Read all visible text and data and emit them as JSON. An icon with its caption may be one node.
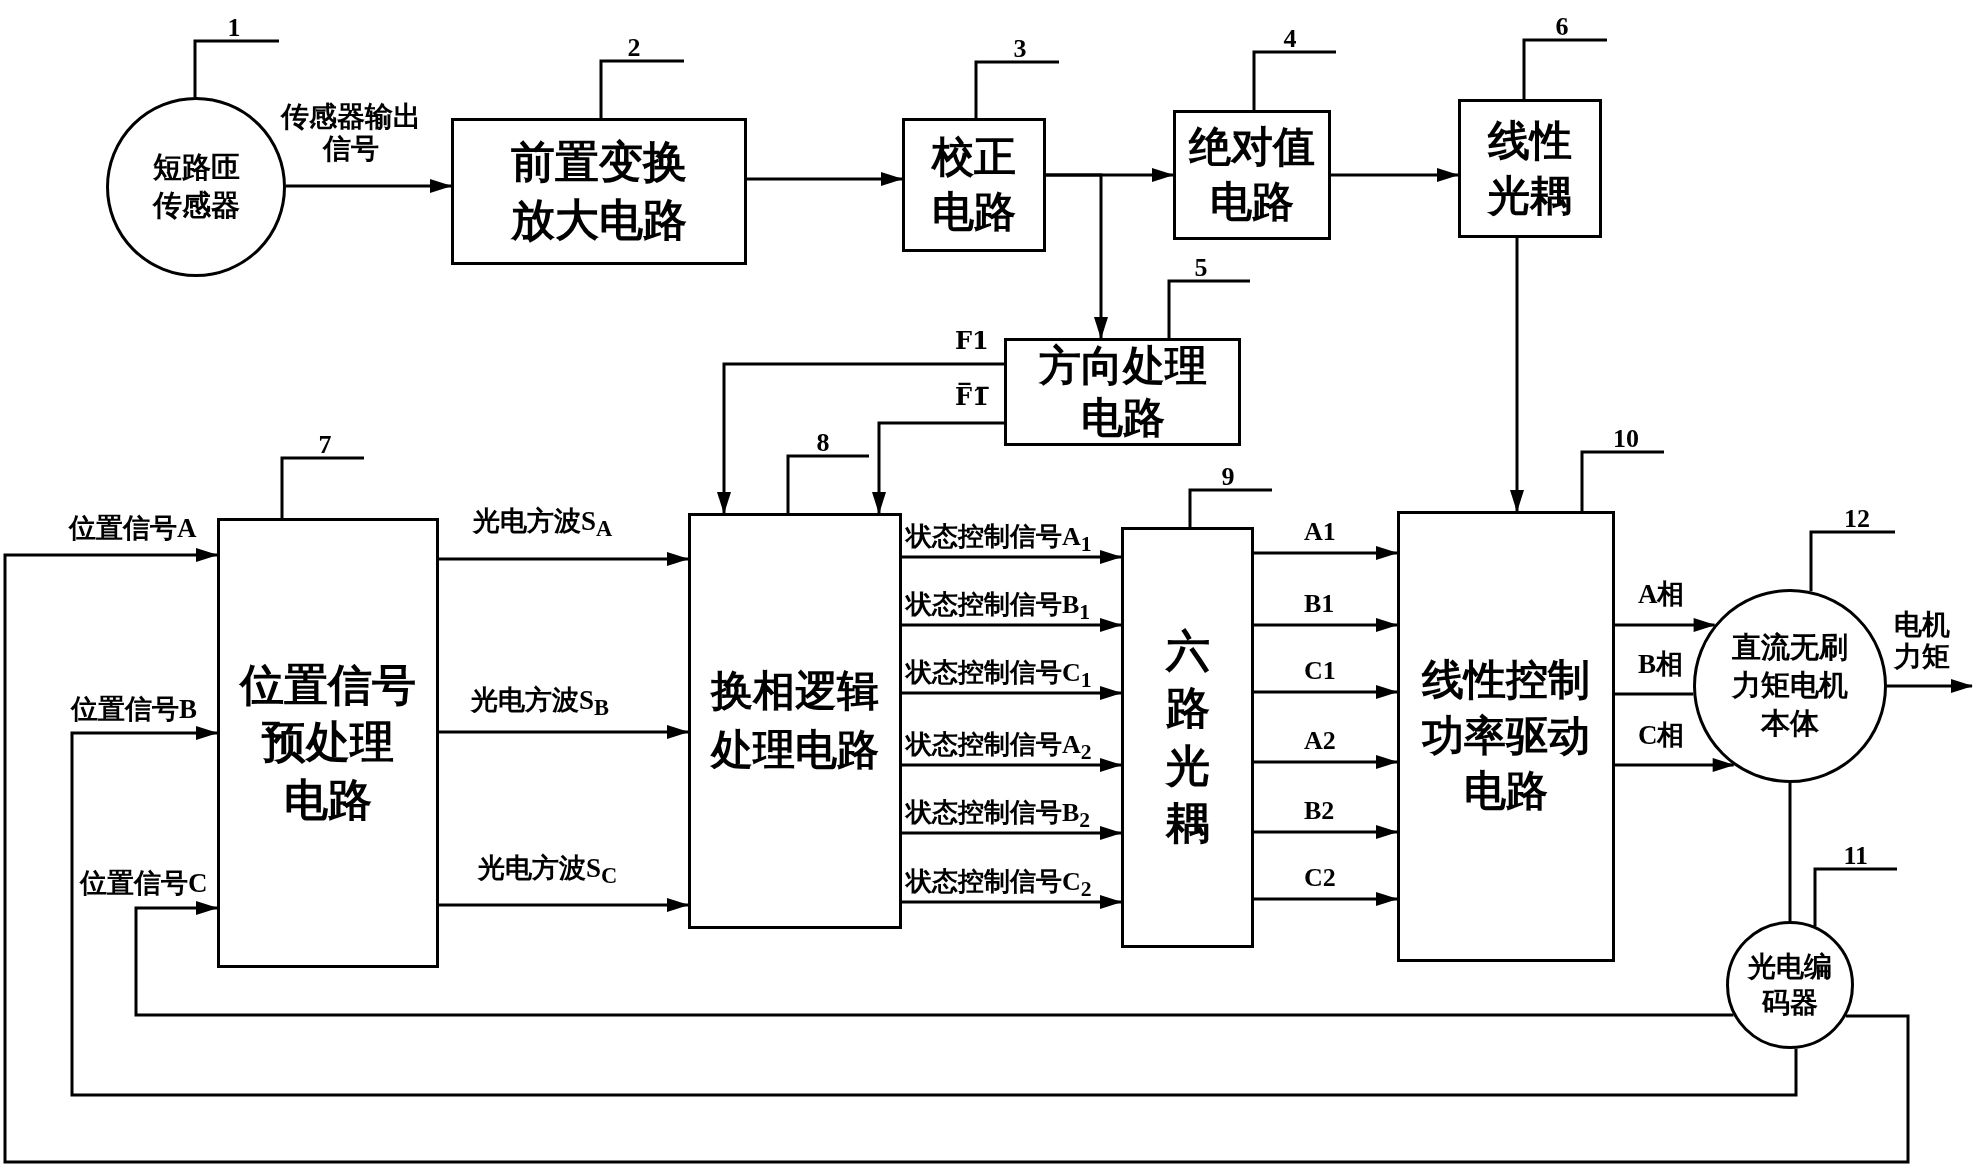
{
  "diagram": {
    "nodes": [
      {
        "text": [
          "短路匝传感器"
        ]
      },
      {
        "text": [
          "前置变换放大电路"
        ]
      },
      {
        "text": [
          "校正电路"
        ]
      },
      {
        "text": [
          "绝对值电路"
        ]
      },
      {
        "text": [
          "线性光耦"
        ]
      },
      {
        "text": [
          "方向处理电路"
        ]
      },
      {
        "text": [
          "位置信号预处理电路"
        ]
      },
      {
        "text": [
          "换相逻辑处理电路"
        ]
      },
      {
        "text": [
          "六路光耦"
        ]
      },
      {
        "text": [
          "线性控制功率驱动电路"
        ]
      },
      {
        "text": [
          "直流无刷力矩电机本体"
        ]
      },
      {
        "text": [
          "光电编码器"
        ]
      },
      {
        "text": [
          "1"
        ]
      },
      {
        "text": [
          "2"
        ]
      },
      {
        "text": [
          "3"
        ]
      },
      {
        "text": [
          "4"
        ]
      },
      {
        "text": [
          "5"
        ]
      },
      {
        "text": [
          "6"
        ]
      },
      {
        "text": [
          "7"
        ]
      },
      {
        "text": [
          "8"
        ]
      },
      {
        "text": [
          "9"
        ]
      },
      {
        "text": [
          "10"
        ]
      },
      {
        "text": [
          "11"
        ]
      },
      {
        "text": [
          "12"
        ]
      }
    ],
    "edges": [
      {
        "from": 0,
        "to": 1,
        "arrow": "to",
        "label": "传感器输出信号"
      },
      {
        "from": 1,
        "to": 2,
        "arrow": "to"
      },
      {
        "from": 2,
        "to": 3,
        "arrow": "to"
      },
      {
        "from": 2,
        "to": 5,
        "arrow": "to"
      },
      {
        "from": 3,
        "to": 4,
        "arrow": "to"
      },
      {
        "from": 4,
        "to": 9,
        "arrow": "to"
      },
      {
        "from": 5,
        "to": 7,
        "arrow": "to",
        "label": "F1"
      },
      {
        "from": 5,
        "to": 7,
        "arrow": "to",
        "label": "F̅1̅"
      },
      {
        "from": 6,
        "to": 7,
        "arrow": "to",
        "label": "光电方波S$_{A}$"
      },
      {
        "from": 6,
        "to": 7,
        "arrow": "to",
        "label": "光电方波S$_{B}$"
      },
      {
        "from": 6,
        "to": 7,
        "arrow": "to",
        "label": "光电方波S$_{C}$"
      },
      {
        "from": 7,
        "to": 8,
        "arrow": "to",
        "label": "状态控制信号A$_{1}$"
      },
      {
        "from": 7,
        "to": 8,
        "arrow": "to",
        "label": "状态控制信号B$_{1}$"
      },
      {
        "from": 7,
        "to": 8,
        "arrow": "to",
        "label": "状态控制信号C$_{1}$"
      },
      {
        "from": 7,
        "to": 8,
        "arrow": "to",
        "label": "状态控制信号A$_{2}$"
      },
      {
        "from": 7,
        "to": 8,
        "arrow": "to",
        "label": "状态控制信号B$_{2}$"
      },
      {
        "from": 7,
        "to": 8,
        "arrow": "to",
        "label": "状态控制信号C$_{2}$"
      },
      {
        "from": 8,
        "to": 9,
        "arrow": "to",
        "label": "A1"
      },
      {
        "from": 8,
        "to": 9,
        "arrow": "to",
        "label": "B1"
      },
      {
        "from": 8,
        "to": 9,
        "arrow": "to",
        "label": "C1"
      },
      {
        "from": 8,
        "to": 9,
        "arrow": "to",
        "label": "A2"
      },
      {
        "from": 8,
        "to": 9,
        "arrow": "to",
        "label": "B2"
      },
      {
        "from": 8,
        "to": 9,
        "arrow": "to",
        "label": "C2"
      },
      {
        "from": 9,
        "to": 10,
        "arrow": "to",
        "label": "A相"
      },
      {
        "from": 9,
        "to": 10,
        "arrow": "none",
        "label": "B相"
      },
      {
        "from": 9,
        "to": 10,
        "arrow": "to",
        "label": "C相"
      },
      {
        "from": 10,
        "to": null,
        "arrow": "to",
        "label": "电机力矩"
      },
      {
        "from": 10,
        "to": 11,
        "arrow": "none"
      },
      {
        "from": 11,
        "to": 6,
        "arrow": "to",
        "label": "位置信号A"
      },
      {
        "from": 11,
        "to": 6,
        "arrow": "to",
        "label": "位置信号B"
      },
      {
        "from": 11,
        "to": 6,
        "arrow": "to",
        "label": "位置信号C"
      },
      {
        "from": 12,
        "to": 0,
        "arrow": "none"
      },
      {
        "from": 13,
        "to": 1,
        "arrow": "none"
      },
      {
        "from": 14,
        "to": 2,
        "arrow": "none"
      },
      {
        "from": 15,
        "to": 3,
        "arrow": "none"
      },
      {
        "from": 16,
        "to": 5,
        "arrow": "none"
      },
      {
        "from": 17,
        "to": 4,
        "arrow": "none"
      },
      {
        "from": 18,
        "to": 6,
        "arrow": "none"
      },
      {
        "from": 19,
        "to": 7,
        "arrow": "none"
      },
      {
        "from": 20,
        "to": 8,
        "arrow": "none"
      },
      {
        "from": 21,
        "to": 9,
        "arrow": "none"
      },
      {
        "from": 22,
        "to": 11,
        "arrow": "none"
      },
      {
        "from": 23,
        "to": 10,
        "arrow": "none"
      }
    ]
  }
}
